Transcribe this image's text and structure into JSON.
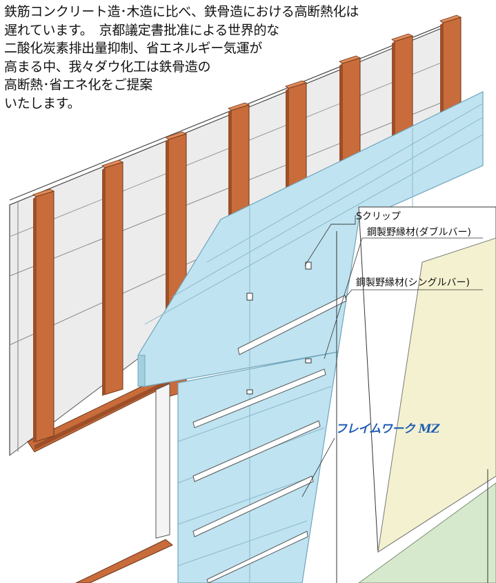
{
  "intro": {
    "lines": [
      "鉄筋コンクリート造･木造に比べ、鉄骨造における高断熱化は",
      "遅れています。　京都議定書批准による世界的な",
      "二酸化炭素排出量抑制、省エネルギー気運が",
      "高まる中、我々ダウ化工は鉄骨造の",
      "高断熱･省エネ化をご提案",
      "いたします。"
    ]
  },
  "labels": {
    "s_clip": "Sクリップ",
    "double_bar": "鋼製野縁材(ダブルバー)",
    "single_bar": "鋼製野縁材(シングルバー)"
  },
  "brand": "フレイムワーク MZ",
  "colors": {
    "wall": "#ececec",
    "steel": "#c96c3b",
    "steel_dark": "#9c4f28",
    "insulation": "#bfe3f0",
    "insulation_edge": "#6fa4bb",
    "board": "#f3f1cf",
    "floor": "#d6e9cc",
    "brand": "#1f5db4"
  }
}
